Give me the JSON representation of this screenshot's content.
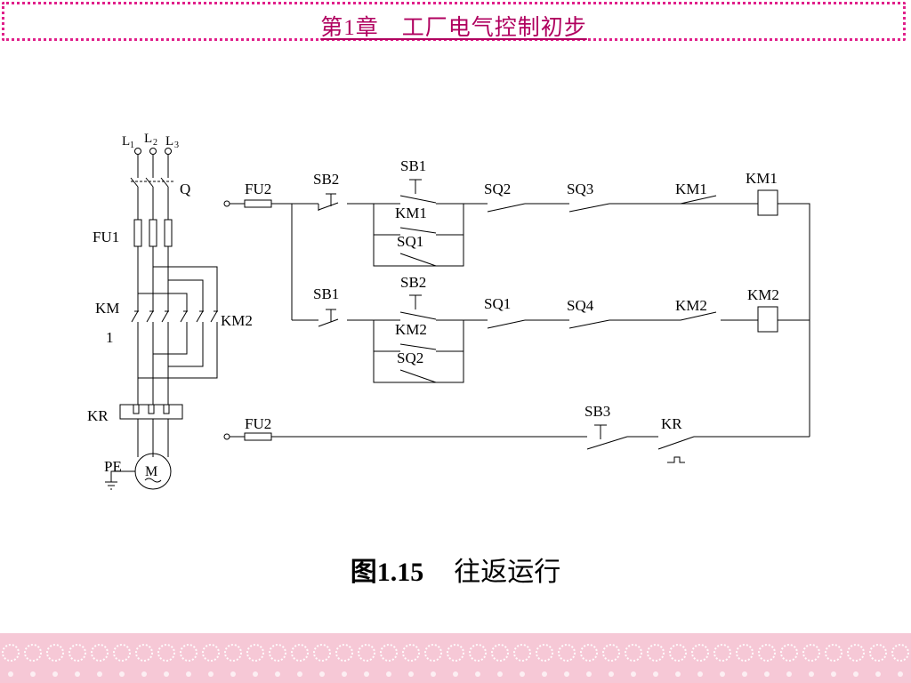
{
  "header": {
    "title": "第1章　工厂电气控制初步"
  },
  "caption": {
    "number": "图1.15",
    "text": "往返运行"
  },
  "diagram": {
    "power_circuit": {
      "phase_labels": [
        "L",
        "L",
        "L"
      ],
      "phase_subscripts": [
        "1",
        "2",
        "3"
      ],
      "switch_label": "Q",
      "fuse_label": "FU1",
      "contactor1_label_line1": "KM",
      "contactor1_label_line2": "1",
      "contactor2_label": "KM2",
      "overload_label": "KR",
      "ground_label": "PE",
      "motor_label": "M"
    },
    "control_circuit": {
      "fuse_top_label": "FU2",
      "fuse_bottom_label": "FU2",
      "row1": {
        "start_button": "SB2",
        "stop_button": "SB1",
        "holding_contact": "KM1",
        "limit_parallel": "SQ1",
        "limit_a": "SQ2",
        "limit_b": "SQ3",
        "interlock": "KM1",
        "coil": "KM1"
      },
      "row2": {
        "start_button": "SB1",
        "stop_button": "SB2",
        "holding_contact": "KM2",
        "limit_parallel": "SQ2",
        "limit_a": "SQ1",
        "limit_b": "SQ4",
        "interlock": "KM2",
        "coil": "KM2"
      },
      "row3": {
        "stop_button": "SB3",
        "overload_contact": "KR"
      }
    }
  },
  "colors": {
    "header_border": "#e0208a",
    "header_text": "#b0005f",
    "footer": "#f6c8d6",
    "ink": "#000000"
  }
}
